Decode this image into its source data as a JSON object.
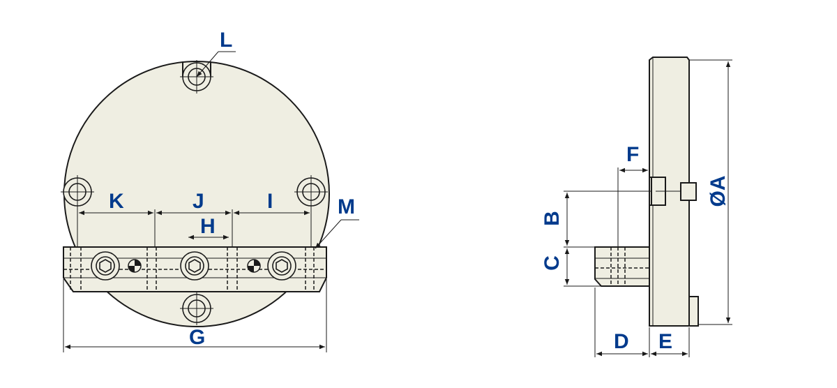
{
  "colors": {
    "label": "#003a8c",
    "part_fill": "#efeee2",
    "line": "#1a1a1a"
  },
  "labels": {
    "L": "L",
    "K": "K",
    "J": "J",
    "I": "I",
    "M": "M",
    "H": "H",
    "G": "G",
    "F": "F",
    "B": "B",
    "C": "C",
    "D": "D",
    "E": "E",
    "A": "ØA"
  }
}
